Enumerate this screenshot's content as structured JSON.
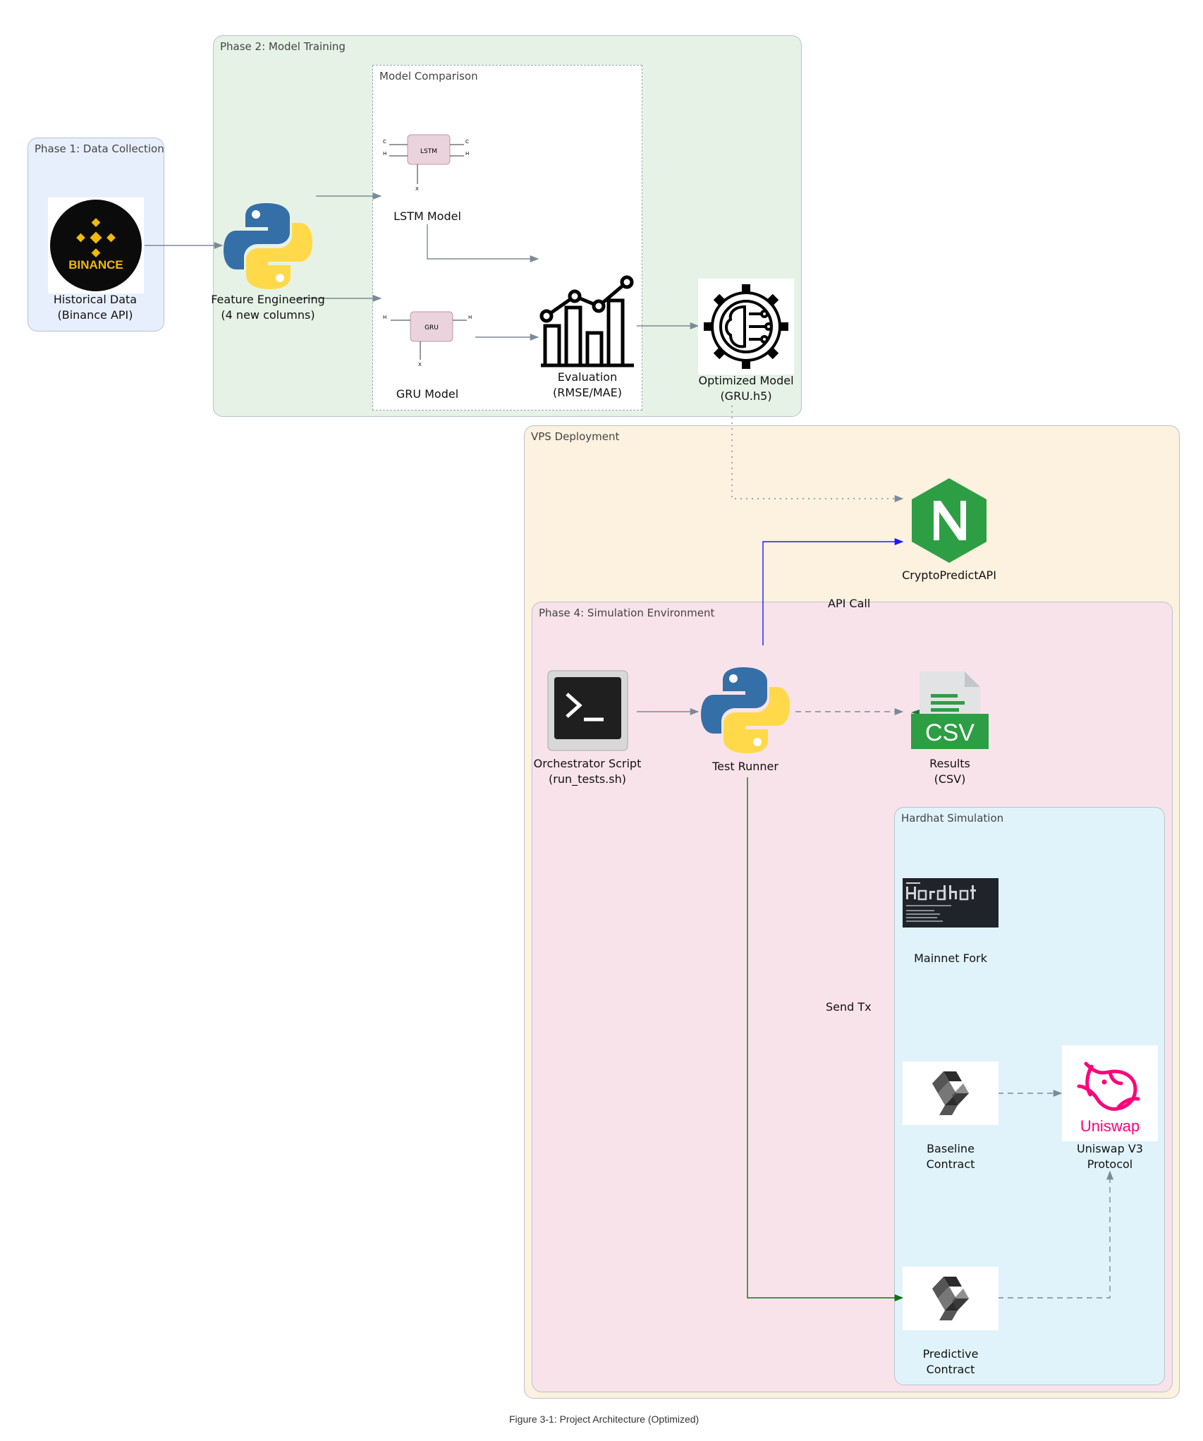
{
  "clusters": {
    "phase1": "Phase 1: Data Collection",
    "phase2": "Phase 2: Model Training",
    "comparison": "Model Comparison",
    "vps": "VPS Deployment",
    "phase4": "Phase 4: Simulation Environment",
    "hardhat": "Hardhat Simulation"
  },
  "nodes": {
    "historical": "Historical Data\n(Binance API)",
    "feature": "Feature Engineering\n(4 new columns)",
    "lstm": "LSTM Model",
    "gru": "GRU Model",
    "evaluation": "Evaluation\n(RMSE/MAE)",
    "optimized": "Optimized Model\n(GRU.h5)",
    "api": "CryptoPredictAPI",
    "orchestrator": "Orchestrator Script\n(run_tests.sh)",
    "runner": "Test Runner",
    "results": "Results\n(CSV)",
    "mainnet": "Mainnet Fork",
    "baseline": "Baseline\nContract",
    "uniswap": "Uniswap V3\nProtocol",
    "predictive": "Predictive\nContract"
  },
  "icon_text": {
    "binance": "BINANCE",
    "lstm_cell": "LSTM",
    "gru_cell": "GRU",
    "csv": "CSV",
    "uniswap": "Uniswap"
  },
  "edges": {
    "api_call": "API Call",
    "send_tx": "Send Tx"
  },
  "caption": "Figure 3-1: Project Architecture (Optimized)",
  "colors": {
    "phase1_bg": "#e8effc",
    "phase2_bg": "#e5f2e5",
    "vps_bg": "#fdf1df",
    "phase4_bg": "#f9e3ea",
    "hardhat_bg": "#e0f3fb",
    "edge_gray": "#7b8a97",
    "edge_blue": "#1a1aff",
    "edge_green": "#176f17",
    "binance_gold": "#f0b90b",
    "nginx_green": "#2e9e45",
    "uniswap_pink": "#ff007a",
    "python_blue": "#356fa8",
    "python_yellow": "#ffd94a"
  }
}
